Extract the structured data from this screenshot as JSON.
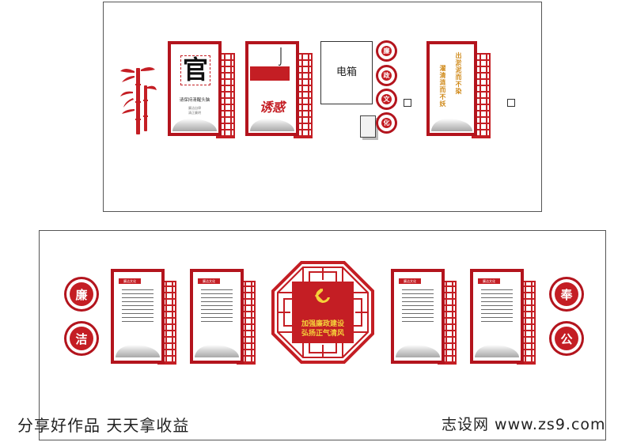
{
  "top": {
    "panel1": {
      "big_char": "官",
      "caption": "请保持清醒头脑",
      "small_lines": [
        "廉洁自律",
        "清正廉明"
      ]
    },
    "panel2": {
      "headline": "诱惑"
    },
    "electric_box_label": "电箱",
    "roundels": [
      "廉",
      "政",
      "文",
      "化"
    ],
    "panel4": {
      "col_right": "出淤泥而不染",
      "col_left": "濯清涟而不妖"
    }
  },
  "bottom": {
    "left_roundels": [
      "廉",
      "洁"
    ],
    "right_roundels": [
      "奉",
      "公"
    ],
    "panel_tags": [
      "廉洁文化",
      "廉洁文化",
      "廉洁文化",
      "廉洁文化"
    ],
    "center_slogan": [
      "加强廉政建设",
      "弘扬正气清风"
    ],
    "emblem_icon": "hammer-sickle-icon"
  },
  "watermark": {
    "left": "分享好作品 天天拿收益",
    "right": "志设网 www.zs9.com"
  },
  "colors": {
    "accent": "#c41e24",
    "dark_red": "#b3141d",
    "gold": "#f5d23a"
  }
}
